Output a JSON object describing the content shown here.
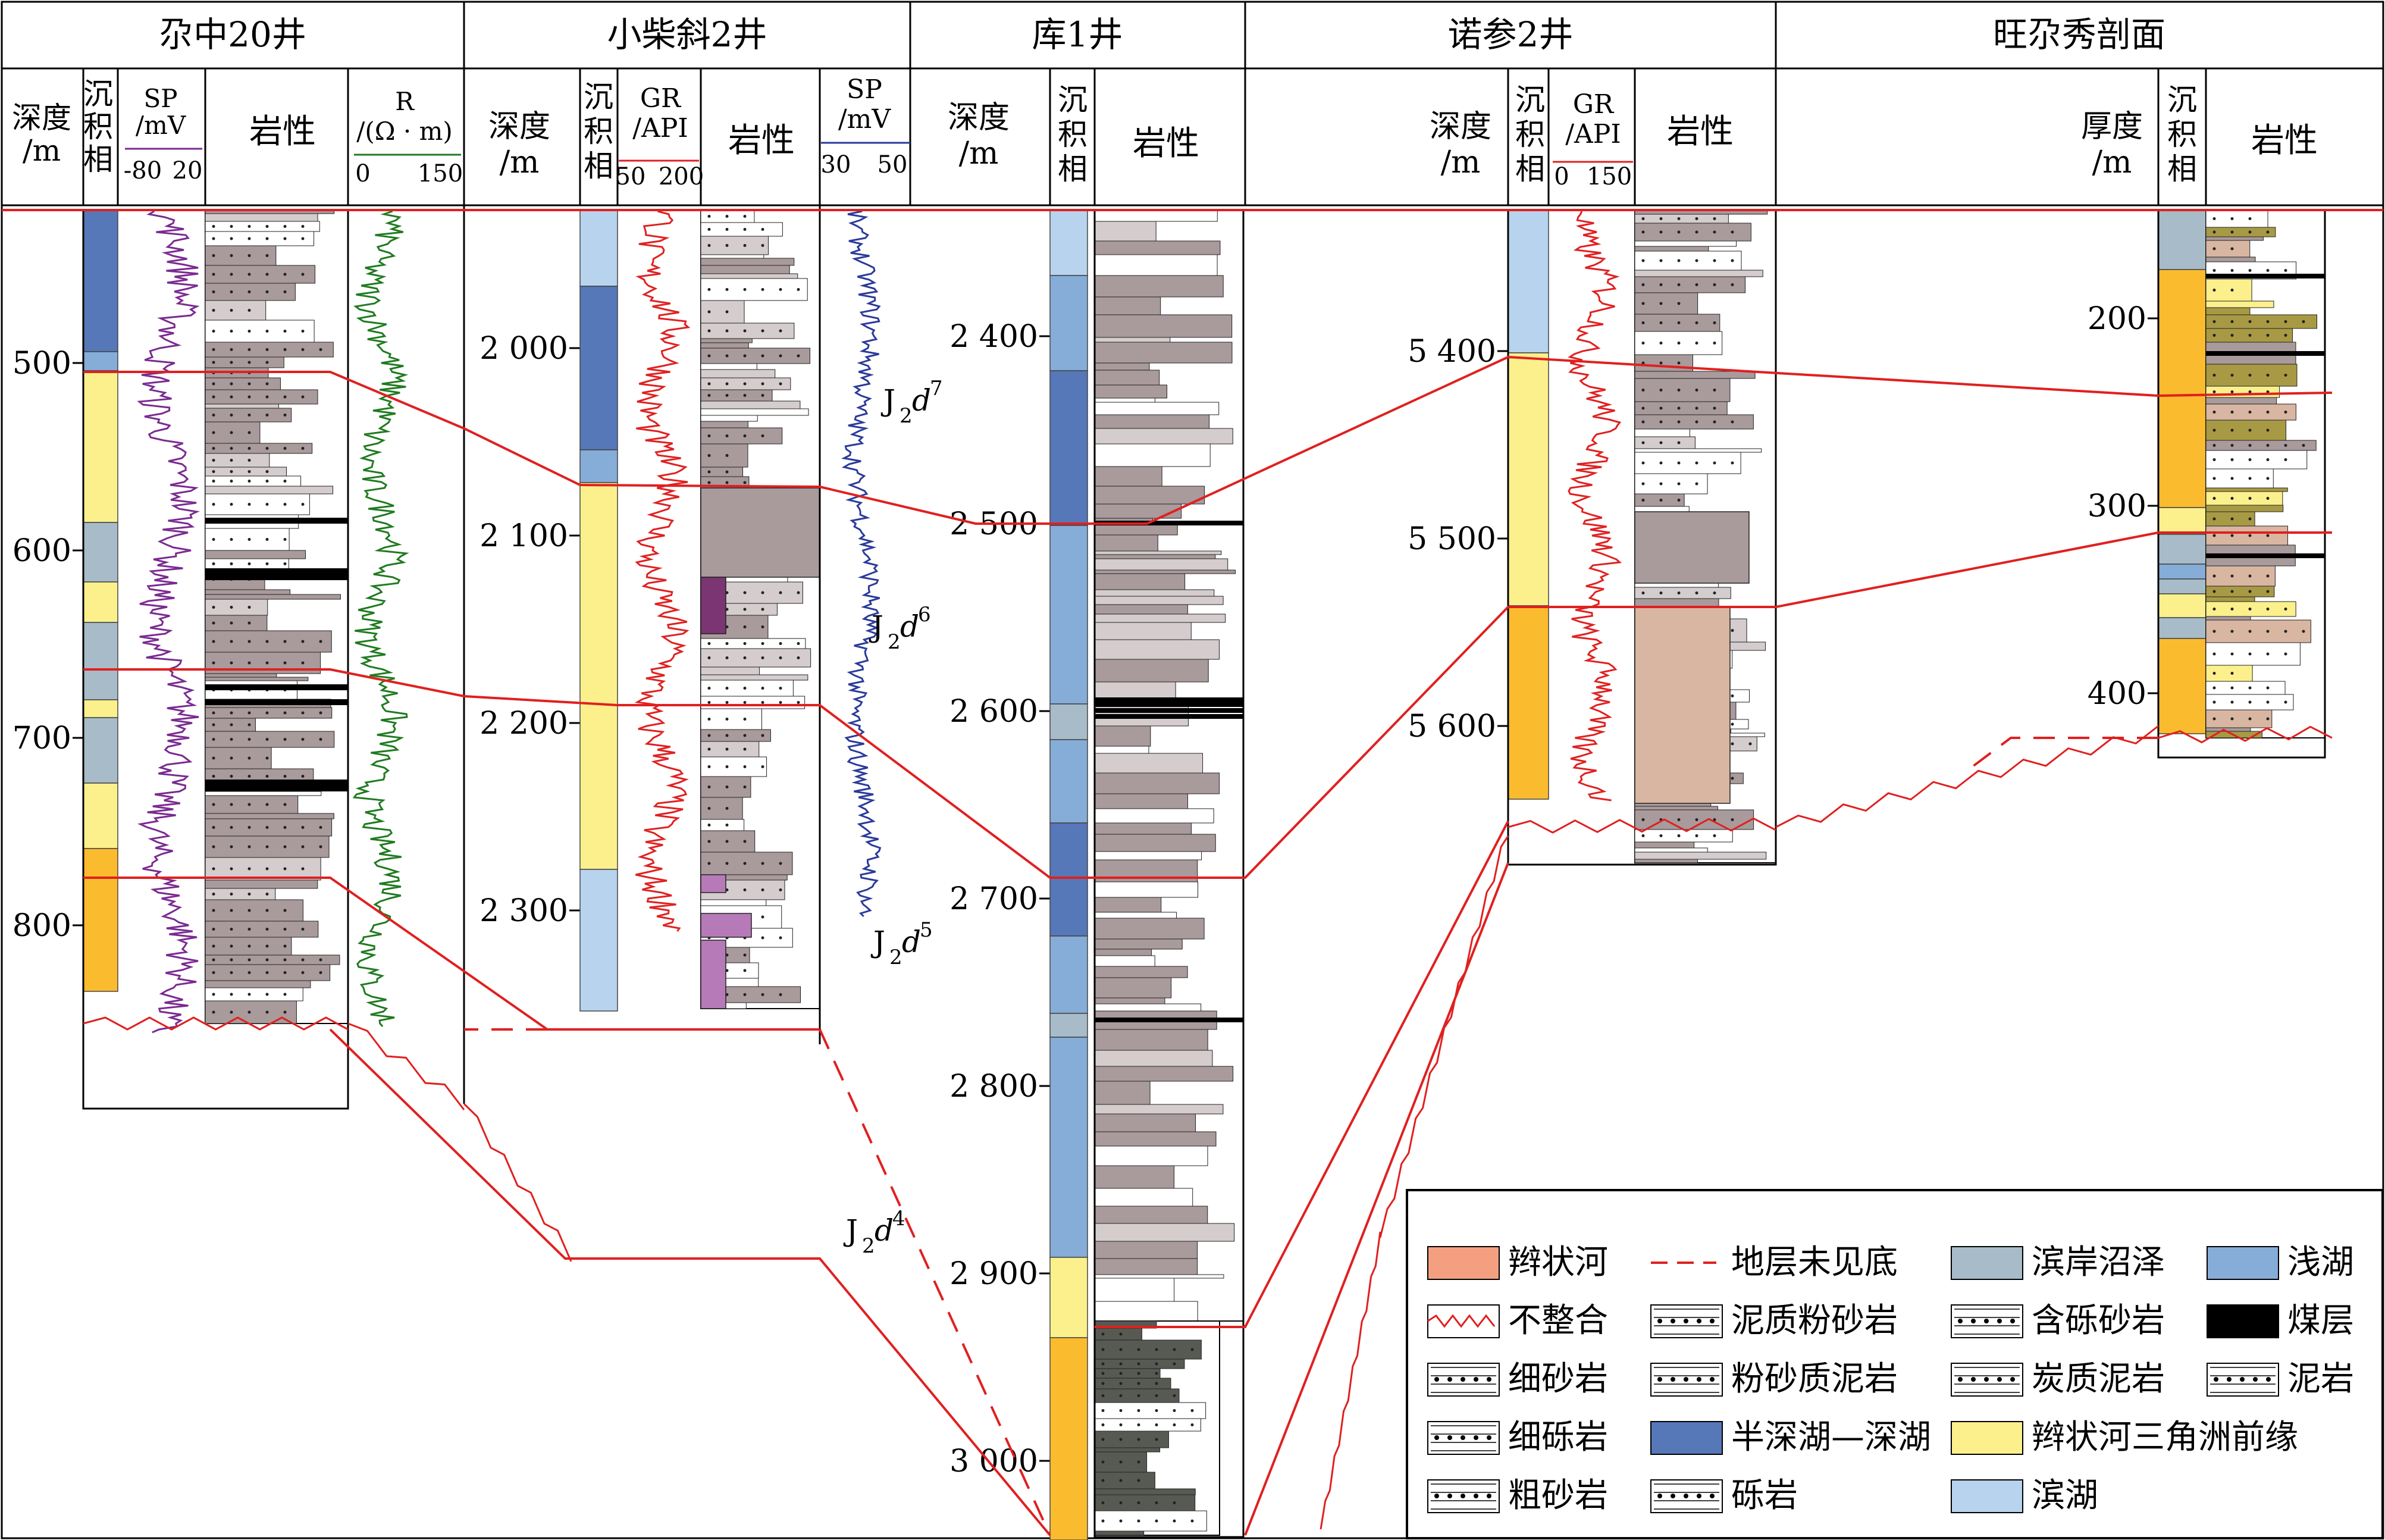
{
  "wells": [
    {
      "id": "w1",
      "title": "尕中20井",
      "depth_label": "深度\n/m",
      "facies_label": "沉积相",
      "lith_label": "岩性",
      "logs": [
        {
          "name": "SP\n/mV",
          "min": "-80",
          "max": "20",
          "color": "#7a2a90"
        },
        {
          "name": "R\n/(Ω · m)",
          "min": "0",
          "max": "150",
          "color": "#1f7a1f"
        }
      ],
      "ticks": [
        "500",
        "600",
        "700",
        "800"
      ],
      "facies": [
        "deep",
        "shallow",
        "delta",
        "marsh",
        "delta",
        "marsh",
        "delta",
        "marsh",
        "delta",
        "braided"
      ]
    },
    {
      "id": "w2",
      "title": "小柴斜2井",
      "depth_label": "深度\n/m",
      "facies_label": "沉积相",
      "lith_label": "岩性",
      "logs": [
        {
          "name": "GR\n/API",
          "min": "50",
          "max": "200",
          "color": "#e02020"
        },
        {
          "name": "SP\n/mV",
          "min": "30",
          "max": "50",
          "color": "#2a3a9a"
        }
      ],
      "ticks": [
        "2 000",
        "2 100",
        "2 200",
        "2 300"
      ],
      "facies": [
        "shore",
        "deep",
        "shallow",
        "delta",
        "shore"
      ]
    },
    {
      "id": "w3",
      "title": "库1井",
      "depth_label": "深度\n/m",
      "facies_label": "沉积相",
      "lith_label": "岩性",
      "logs": [],
      "ticks": [
        "2 400",
        "2 500",
        "2 600",
        "2 700",
        "2 800",
        "2 900",
        "3 000"
      ],
      "facies": [
        "shore",
        "shallow",
        "deep",
        "shallow",
        "marsh",
        "shallow",
        "deep",
        "shallow",
        "marsh",
        "shallow",
        "delta",
        "braided"
      ]
    },
    {
      "id": "w4",
      "title": "诺参2井",
      "depth_label": "深度\n/m",
      "facies_label": "沉积相",
      "lith_label": "岩性",
      "logs": [
        {
          "name": "GR\n/API",
          "min": "0",
          "max": "150",
          "color": "#e02020"
        }
      ],
      "ticks": [
        "5 400",
        "5 500",
        "5 600"
      ],
      "facies": [
        "shore",
        "delta",
        "braided"
      ]
    },
    {
      "id": "w5",
      "title": "旺尕秀剖面",
      "depth_label": "厚度\n/m",
      "facies_label": "沉积相",
      "lith_label": "岩性",
      "logs": [],
      "ticks": [
        "200",
        "300",
        "400"
      ],
      "facies": [
        "marsh",
        "braided",
        "delta",
        "marsh",
        "shallow",
        "marsh",
        "delta",
        "marsh",
        "braided"
      ]
    }
  ],
  "stratum_labels": [
    {
      "sub": "2",
      "main": "J",
      "sup": "7",
      "italic": "d"
    },
    {
      "sub": "2",
      "main": "J",
      "sup": "6",
      "italic": "d"
    },
    {
      "sub": "2",
      "main": "J",
      "sup": "5",
      "italic": "d"
    },
    {
      "sub": "2",
      "main": "J",
      "sup": "4",
      "italic": "d"
    }
  ],
  "legend": [
    {
      "label": "辫状河",
      "key": "braided-river"
    },
    {
      "label": "地层未见底",
      "key": "no-bottom"
    },
    {
      "label": "滨岸沼泽",
      "key": "marsh"
    },
    {
      "label": "浅湖",
      "key": "shallow-lake"
    },
    {
      "label": "不整合",
      "key": "unconformity"
    },
    {
      "label": "泥质粉砂岩",
      "key": "muddy-siltstone"
    },
    {
      "label": "含砾砂岩",
      "key": "pebbly-sandstone"
    },
    {
      "label": "煤层",
      "key": "coal"
    },
    {
      "label": "细砂岩",
      "key": "fine-sandstone"
    },
    {
      "label": "粉砂质泥岩",
      "key": "silty-mudstone"
    },
    {
      "label": "炭质泥岩",
      "key": "carbonaceous-mudstone"
    },
    {
      "label": "泥岩",
      "key": "mudstone"
    },
    {
      "label": "细砾岩",
      "key": "fine-conglomerate"
    },
    {
      "label": "半深湖—深湖",
      "key": "deep-lake"
    },
    {
      "label": "辫状河三角洲前缘",
      "key": "delta-front"
    },
    {
      "label": "粗砂岩",
      "key": "coarse-sandstone"
    },
    {
      "label": "砾岩",
      "key": "conglomerate"
    },
    {
      "label": "滨湖",
      "key": "shore-lake"
    }
  ],
  "colors": {
    "braided": "#fbbb2e",
    "delta": "#fbf08c",
    "marsh": "#a7bcc8",
    "shallow": "#86acd8",
    "shore": "#b7d3ee",
    "deep": "#5677b8",
    "braided_river_legend": "#f4a080",
    "correlation": "#e02020",
    "lith_gray": "#a99a9c",
    "lith_light": "#d4cccd",
    "lith_dark": "#575a52",
    "lith_tan": "#d8b6a2",
    "lith_olive": "#a89a44",
    "lith_purple": "#7b3572",
    "lith_violet": "#b77ab8"
  }
}
